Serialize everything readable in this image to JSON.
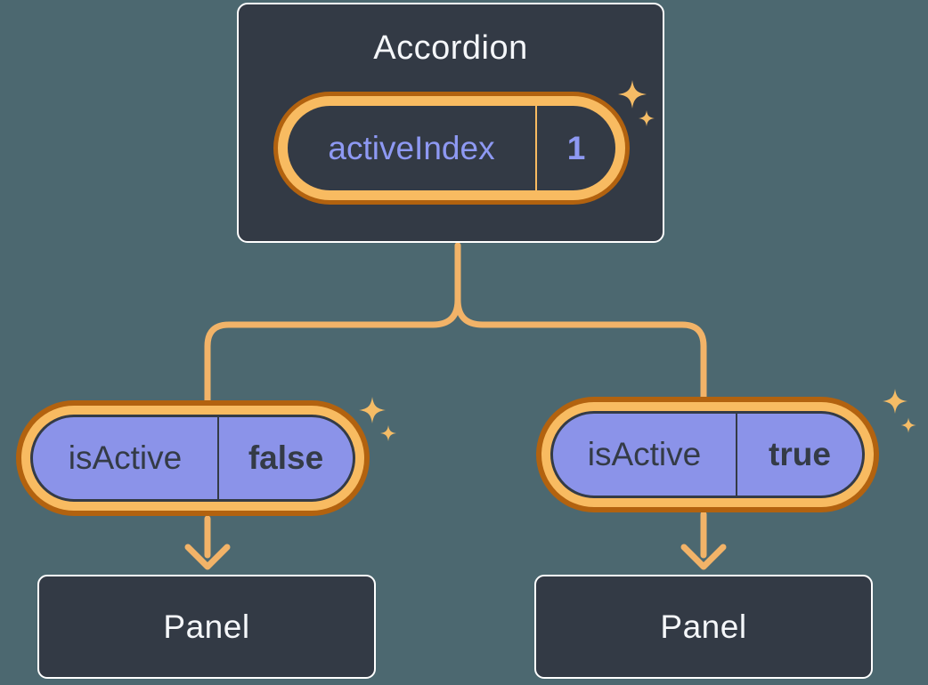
{
  "accordion": {
    "title": "Accordion",
    "state_pill": {
      "key": "activeIndex",
      "value": "1"
    }
  },
  "children": [
    {
      "pill": {
        "key": "isActive",
        "value": "false"
      },
      "panel_label": "Panel"
    },
    {
      "pill": {
        "key": "isActive",
        "value": "true"
      },
      "panel_label": "Panel"
    }
  ],
  "icons": {
    "sparkle": "four-point-sparkle-star"
  },
  "colors": {
    "background": "#4c6870",
    "box_fill": "#333a45",
    "box_border": "#ffffff",
    "label_text": "#f5f7fa",
    "pill_fill_purple": "#8b93e9",
    "state_text_purple": "#8e99f3",
    "prop_text_dark": "#343b46",
    "ring_inner_orange": "#f8bb61",
    "ring_outer_orange": "#b2620f",
    "wire_orange": "#f2b368",
    "sparkle_orange": "#f5bc66"
  }
}
